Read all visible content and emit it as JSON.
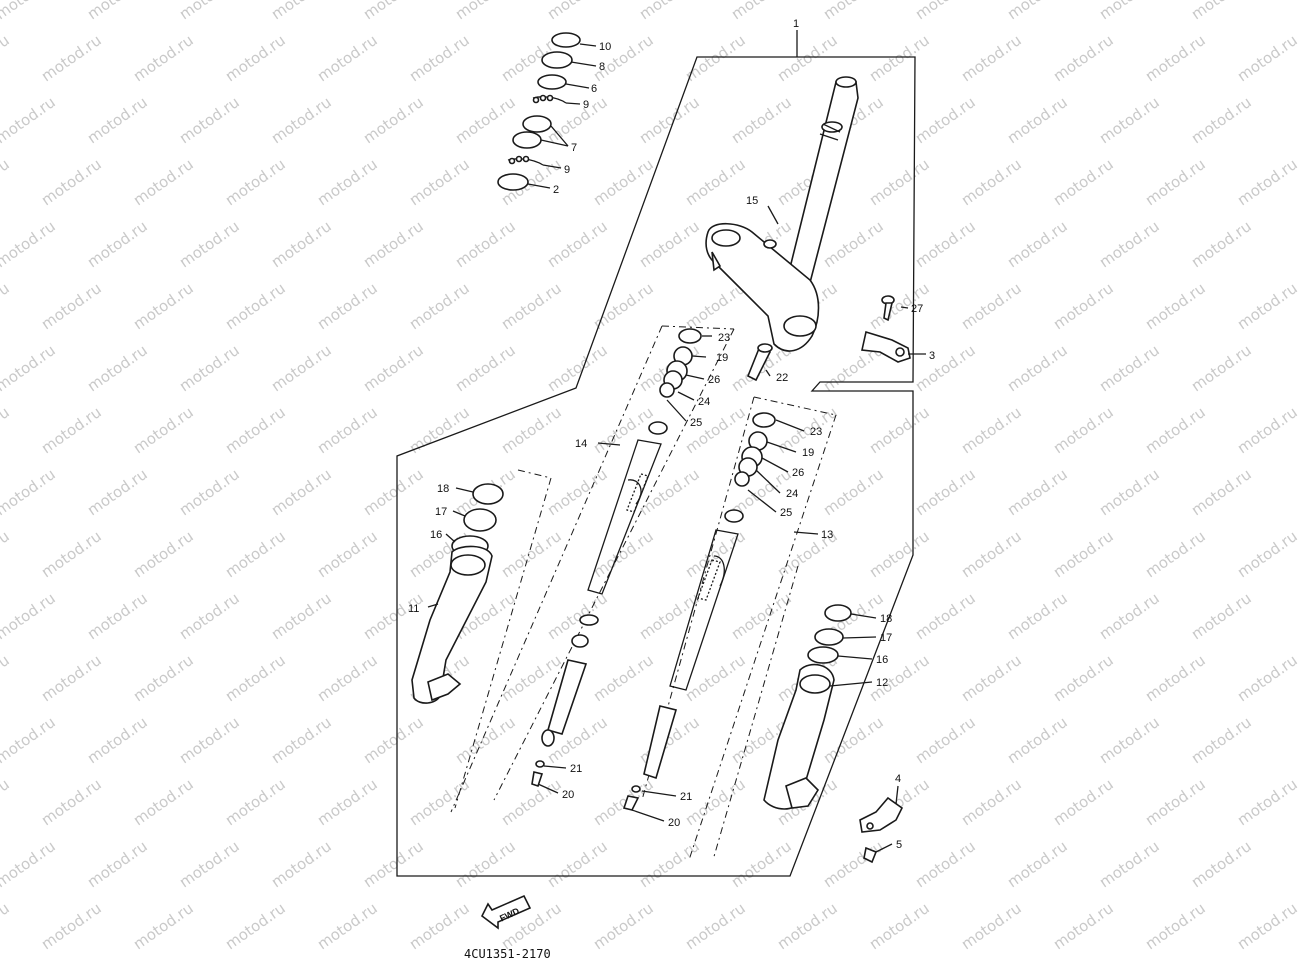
{
  "watermark": "motod.ru",
  "diagram_code": "4CU1351-2170",
  "fwd_label": "FWD",
  "callouts": {
    "p1": "1",
    "p2": "2",
    "p3": "3",
    "p4": "4",
    "p5": "5",
    "p6": "6",
    "p7": "7",
    "p8": "8",
    "p9a": "9",
    "p9b": "9",
    "p10": "10",
    "p11": "11",
    "p12": "12",
    "p13": "13",
    "p14": "14",
    "p15": "15",
    "p16a": "16",
    "p16b": "16",
    "p17a": "17",
    "p17b": "17",
    "p18a": "18",
    "p18b": "18",
    "p19a": "19",
    "p19b": "19",
    "p20a": "20",
    "p20b": "20",
    "p21a": "21",
    "p21b": "21",
    "p22": "22",
    "p23a": "23",
    "p23b": "23",
    "p24a": "24",
    "p24b": "24",
    "p25a": "25",
    "p25b": "25",
    "p26a": "26",
    "p26b": "26",
    "p27": "27"
  }
}
